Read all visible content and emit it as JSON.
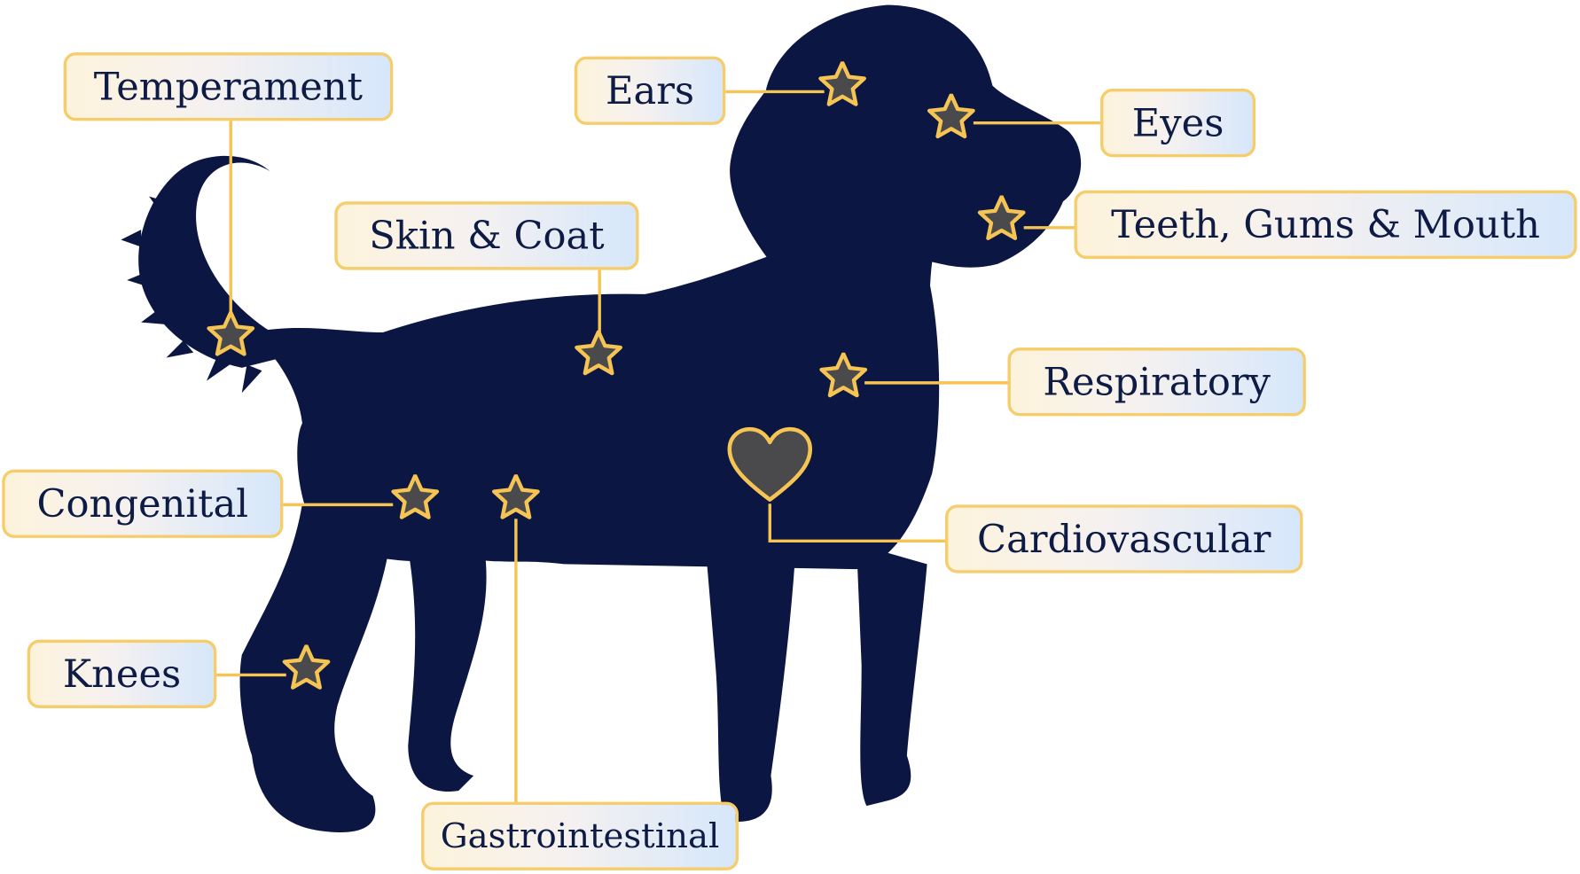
{
  "diagram": {
    "labels": {
      "temperament": "Temperament",
      "ears": "Ears",
      "eyes": "Eyes",
      "teeth": "Teeth, Gums & Mouth",
      "skin": "Skin & Coat",
      "respiratory": "Respiratory",
      "congenital": "Congenital",
      "cardiovascular": "Cardiovascular",
      "knees": "Knees",
      "gastrointestinal": "Gastrointestinal"
    },
    "colors": {
      "silhouette": "#0b1742",
      "accent": "#f6c453",
      "marker_fill": "#4a4a4c",
      "label_text": "#0d1b45"
    },
    "marker_icons": [
      "star-icon",
      "heart-icon"
    ]
  }
}
